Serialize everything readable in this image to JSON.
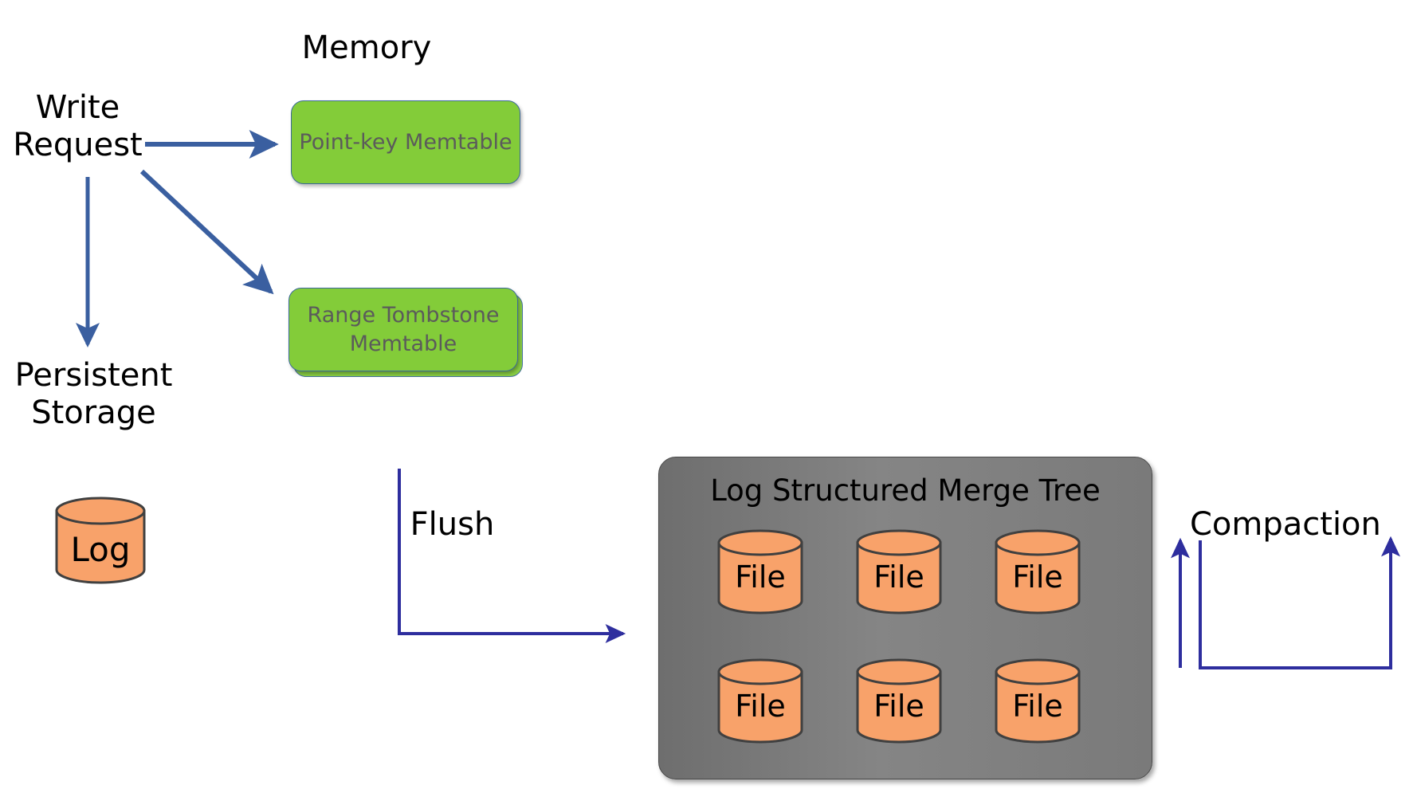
{
  "diagram": {
    "title_memory": "Memory",
    "labels": {
      "write_request": "Write\nRequest",
      "persistent_storage": "Persistent\nStorage",
      "flush": "Flush",
      "compaction": "Compaction"
    },
    "memtables": [
      {
        "name": "point-key-memtable",
        "label": "Point-key\nMemtable"
      },
      {
        "name": "range-tombstone-memtable",
        "label": "Range Tombstone\nMemtable"
      }
    ],
    "log_cylinder": {
      "label": "Log"
    },
    "lsm": {
      "title": "Log Structured Merge Tree",
      "files": [
        {
          "label": "File"
        },
        {
          "label": "File"
        },
        {
          "label": "File"
        },
        {
          "label": "File"
        },
        {
          "label": "File"
        },
        {
          "label": "File"
        }
      ]
    },
    "colors": {
      "memtable_fill": "#83CC39",
      "memtable_border": "#3C6A9A",
      "memtable_text": "#5B5B5B",
      "cylinder_fill": "#F8A26A",
      "cylinder_border": "#404040",
      "lsm_fill": "#7A7A7A",
      "arrow_blue": "#3A5FA0",
      "loop_blue": "#2E2E9E",
      "text_black": "#000000",
      "background": "#FFFFFF"
    }
  }
}
